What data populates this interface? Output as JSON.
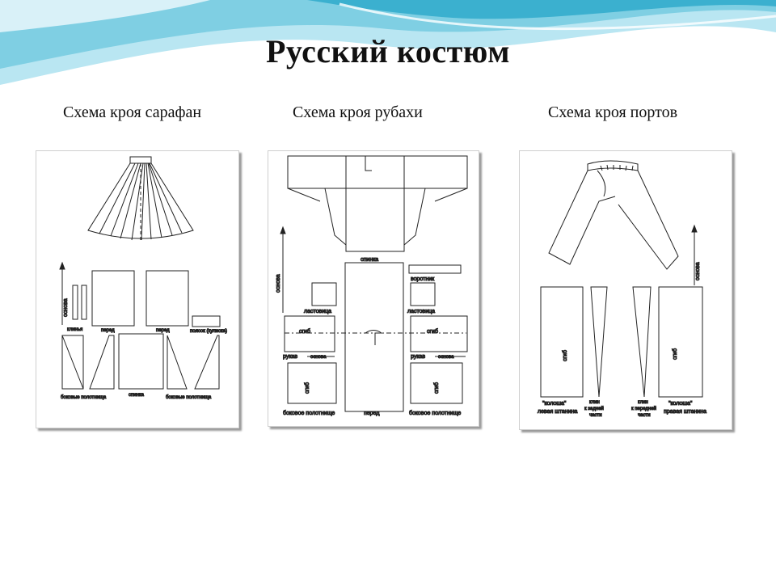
{
  "slide": {
    "title": "Русский костюм",
    "colors": {
      "wave_dark": "#3bb0cf",
      "wave_light": "#b9e6f2",
      "shadow": "#9a9a9a"
    }
  },
  "panels": [
    {
      "heading": "Схема кроя сарафан",
      "labels": {
        "osnova": "основа",
        "klinya": "клинья",
        "pered": "перед",
        "pered2": "перед",
        "poyaska": "поясок (кулиска)",
        "bokovye_left": "боковые полотнища",
        "spinka": "спинка",
        "bokovye_right": "боковые полотнища"
      }
    },
    {
      "heading": "Схема кроя рубахи",
      "labels": {
        "osnova": "основа",
        "spinka": "спинка",
        "vorotnik": "воротник",
        "lastovitsa_left": "ластовица",
        "lastovitsa_right": "ластовица",
        "shov_left": "сгиб",
        "shov_right": "сгиб",
        "rukav_left": "рукав",
        "rukav_right": "рукав",
        "osnova2": "основа",
        "osnova3": "основа",
        "sgib_left": "сгиб",
        "sgib_right": "сгиб",
        "bokovoe_left": "боковое полотнище",
        "pered": "перед",
        "bokovoe_right": "боковое полотнище"
      }
    },
    {
      "heading": "Схема кроя  портов",
      "labels": {
        "osnova": "основа",
        "sgib_left": "сгиб",
        "sgib_right": "сгиб",
        "koloша_left_1": "\"колоша\"",
        "koloша_left_2": "левая штанина",
        "klin_zad_1": "клин",
        "klin_zad_2": "к задней",
        "klin_zad_3": "части",
        "klin_per_1": "клин",
        "klin_per_2": "к передней",
        "klin_per_3": "части",
        "kolosha_right_1": "\"колоша\"",
        "kolosha_right_2": "правая штанина"
      }
    }
  ]
}
